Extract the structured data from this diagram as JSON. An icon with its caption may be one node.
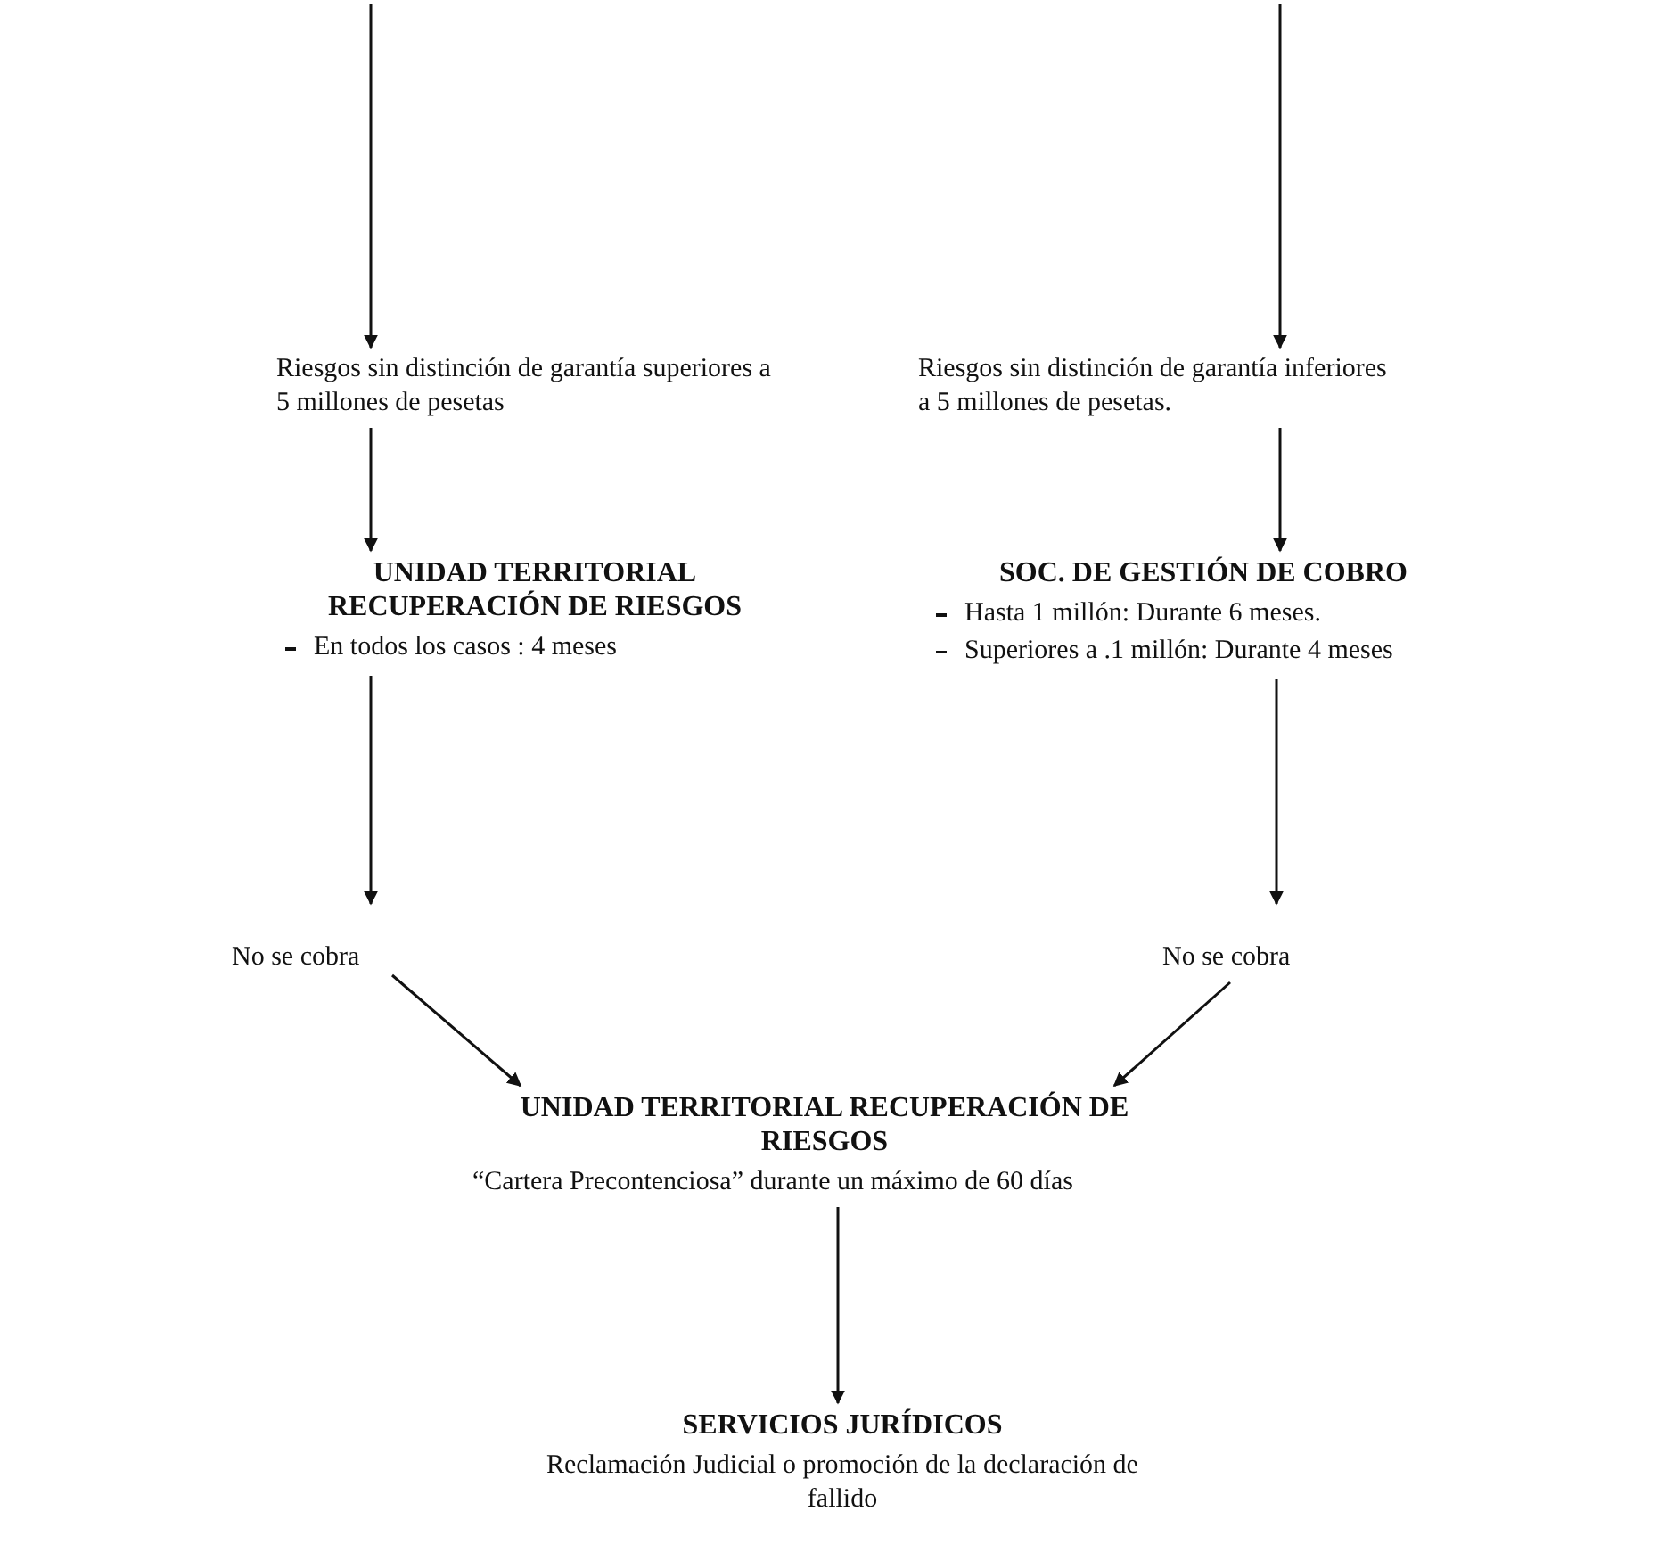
{
  "diagram": {
    "nodes": [
      {
        "text": [
          "Riesgos sin distinción de garantía superiores a 5 millones de pesetas"
        ]
      },
      {
        "text": [
          "Riesgos sin distinción de garantía inferiores a 5 millones de pesetas."
        ]
      },
      {
        "text": [
          "UNIDAD TERRITORIAL RECUPERACIÓN DE RIESGOS",
          "En todos los casos : 4 meses"
        ]
      },
      {
        "text": [
          "SOC. DE GESTIÓN DE COBRO",
          "Hasta 1 millón: Durante 6 meses.",
          "Superiores a .1 millón: Durante 4 meses"
        ]
      },
      {
        "text": [
          "No se cobra"
        ]
      },
      {
        "text": [
          "No se cobra"
        ]
      },
      {
        "text": [
          "UNIDAD TERRITORIAL RECUPERACIÓN DE RIESGOS",
          "“Cartera Precontenciosa” durante un máximo de 60 días"
        ]
      },
      {
        "text": [
          "SERVICIOS JURÍDICOS",
          "Reclamación Judicial o promoción de la declaración de fallido"
        ]
      }
    ],
    "edges": [
      {
        "from": null,
        "to": 0,
        "arrow": "to"
      },
      {
        "from": null,
        "to": 1,
        "arrow": "to"
      },
      {
        "from": 0,
        "to": 2,
        "arrow": "to"
      },
      {
        "from": 1,
        "to": 3,
        "arrow": "to"
      },
      {
        "from": 2,
        "to": 4,
        "arrow": "to"
      },
      {
        "from": 3,
        "to": 5,
        "arrow": "to"
      },
      {
        "from": 4,
        "to": 6,
        "arrow": "to"
      },
      {
        "from": 5,
        "to": 6,
        "arrow": "to"
      },
      {
        "from": 6,
        "to": 7,
        "arrow": "to"
      }
    ]
  }
}
